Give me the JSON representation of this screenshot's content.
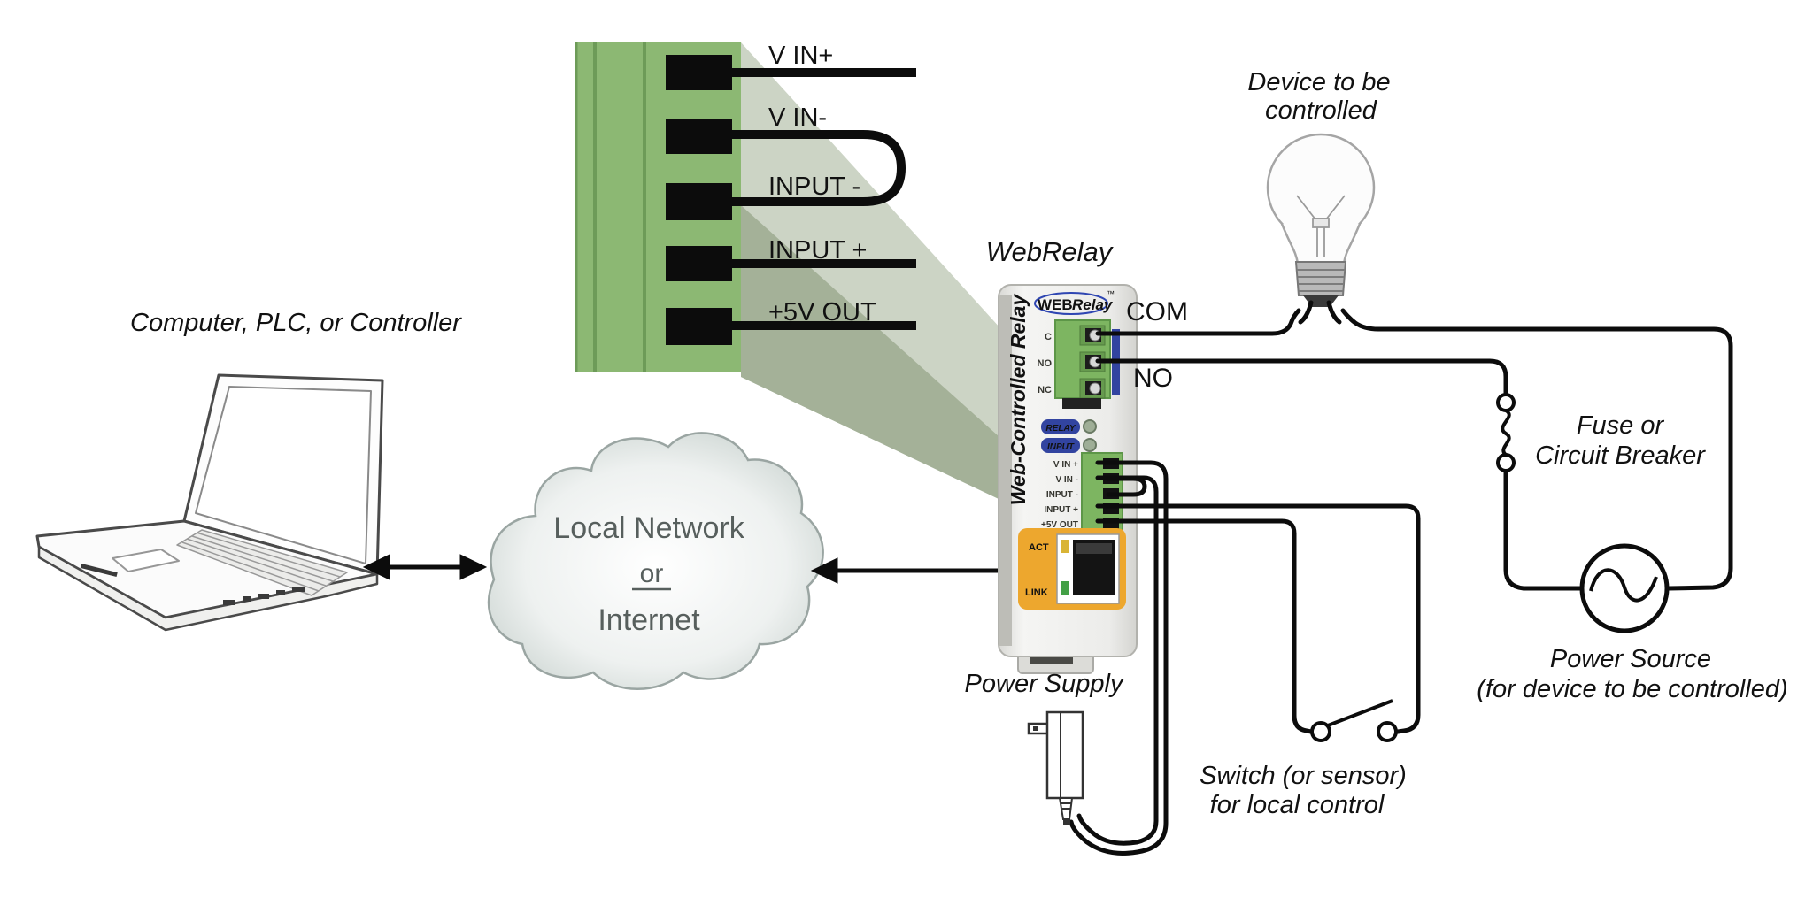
{
  "labels": {
    "computer": "Computer, PLC, or Controller",
    "webrelay_title": "WebRelay",
    "com": "COM",
    "no": "NO",
    "device_line1": "Device to be",
    "device_line2": "controlled",
    "fuse_line1": "Fuse or",
    "fuse_line2": "Circuit Breaker",
    "power_source_line1": "Power Source",
    "power_source_line2": "(for device to be controlled)",
    "switch_line1": "Switch (or sensor)",
    "switch_line2": "for local control",
    "power_supply": "Power Supply"
  },
  "cloud": {
    "line1": "Local Network",
    "line2": "or",
    "line3": "Internet"
  },
  "terminal_detail": {
    "labels": [
      "V IN+",
      "V IN-",
      "INPUT -",
      "INPUT +",
      "+5V OUT"
    ]
  },
  "device": {
    "logo_web": "WEB",
    "logo_relay": "Relay",
    "logo_tm": "™",
    "side_label": "Web-Controlled Relay",
    "relay_terminals": [
      "C",
      "NO",
      "NC"
    ],
    "led_labels": [
      "RELAY",
      "INPUT"
    ],
    "io_terminals": [
      "V IN +",
      "V IN -",
      "INPUT -",
      "INPUT +",
      "+5V OUT"
    ],
    "ethernet": {
      "act": "ACT",
      "link": "LINK"
    }
  },
  "colors": {
    "terminal_green": "#8cb873",
    "terminal_green_line": "#6d9b58",
    "beam_light": "#ccd4c5",
    "beam_dark": "#a4b198",
    "device_body": "#efefec",
    "relay_block_green": "#7db561",
    "accent_blue": "#3244a0",
    "ethernet_orange": "#eda72e",
    "led_yellow": "#d9b435",
    "led_green": "#43a046",
    "wire_black": "#111111"
  }
}
